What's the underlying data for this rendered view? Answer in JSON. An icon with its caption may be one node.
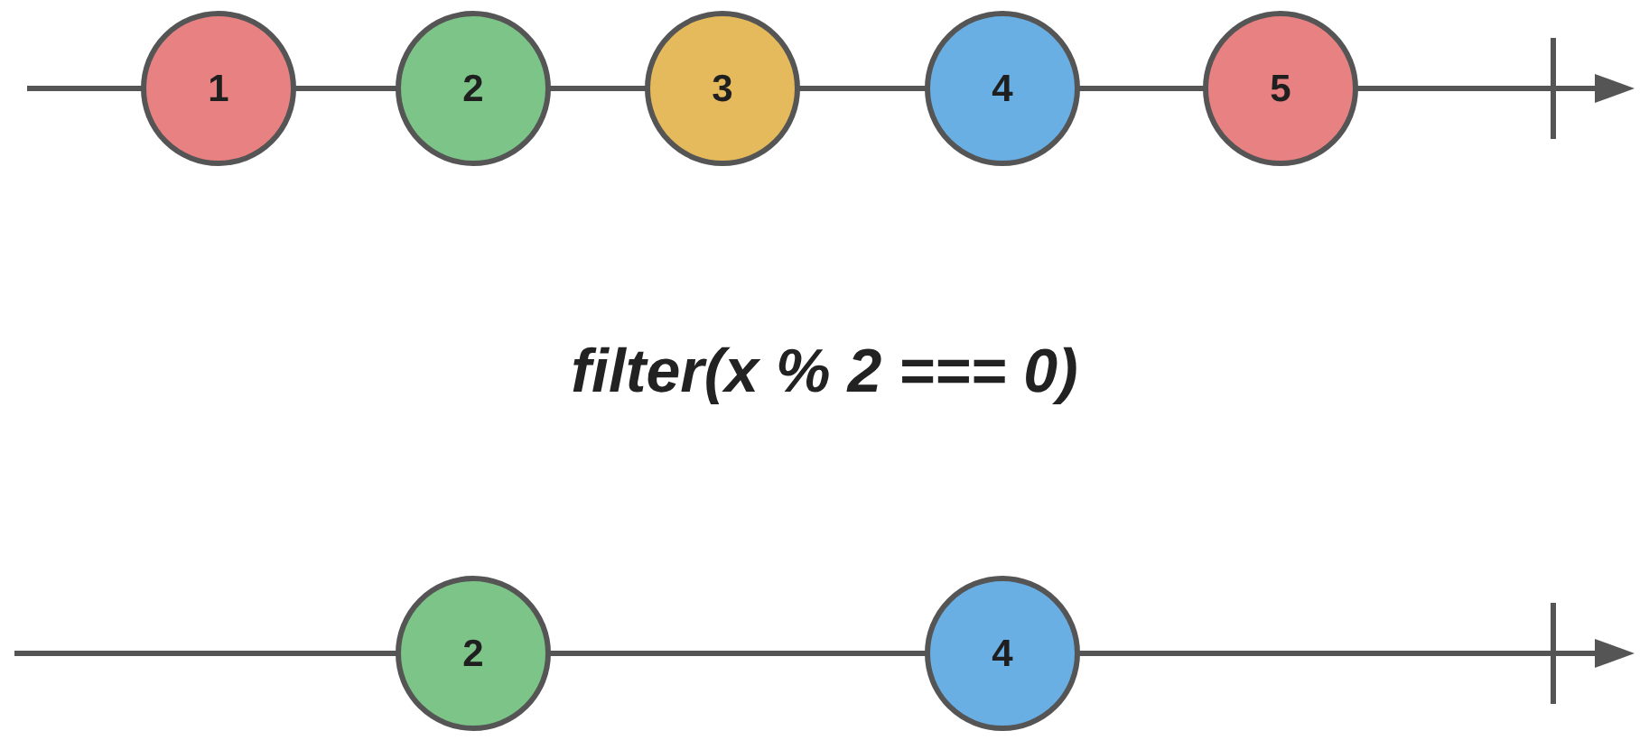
{
  "diagram": {
    "nodes": [
      {
        "text": [
          "1"
        ]
      },
      {
        "text": [
          "2"
        ]
      },
      {
        "text": [
          "3"
        ]
      },
      {
        "text": [
          "4"
        ]
      },
      {
        "text": [
          "5"
        ]
      },
      {
        "text": [
          "2"
        ]
      },
      {
        "text": [
          "4"
        ]
      }
    ],
    "labels": [
      "filter(x % 2 === 0)"
    ]
  }
}
